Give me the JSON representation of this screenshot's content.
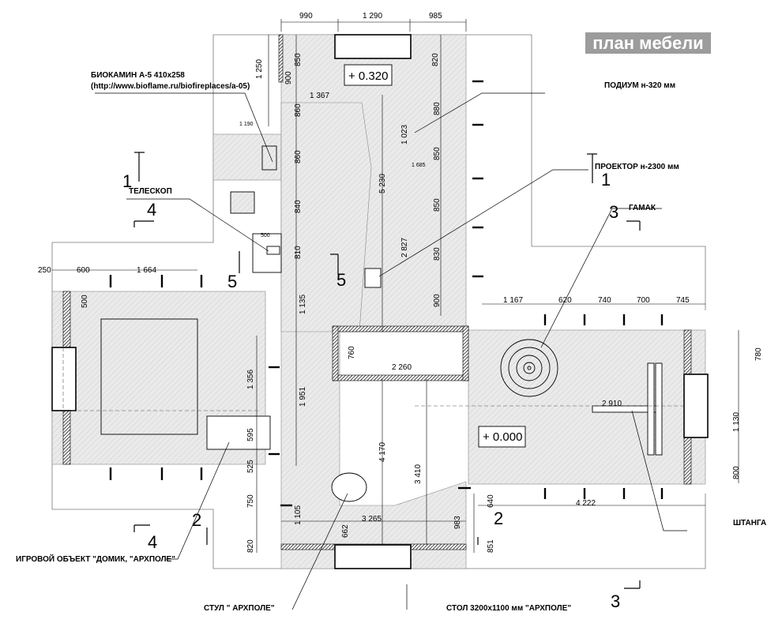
{
  "title": "план мебели",
  "labels": {
    "biocamin_name": "БИОКАМИН А-5 410х258",
    "biocamin_url": "(http://www.bioflame.ru/biofireplaces/a-05)",
    "podium": "ПОДИУМ н-320 мм",
    "projector": "ПРОЕКТОР н-2300 мм",
    "telescope": "ТЕЛЕСКОП",
    "hammock": "ГАМАК",
    "barbell": "ШТАНГА",
    "play_object": "ИГРОВОЙ ОБЪЕКТ \"ДОМИК, \"АРХПОЛЕ\"",
    "chair": "СТУЛ \" АРХПОЛЕ\"",
    "table": "СТОЛ 3200х1100 мм \"АРХПОЛЕ\""
  },
  "levels": {
    "podium": "+ 0.320",
    "floor": "+ 0.000"
  },
  "sections": {
    "s1": "1",
    "s2": "2",
    "s3": "3",
    "s4": "4",
    "s5": "5"
  },
  "dims": {
    "top_990": "990",
    "top_1290": "1 290",
    "top_985": "985",
    "d1250": "1 250",
    "d850": "850",
    "d820": "820",
    "d900_top": "900",
    "d1367": "1 367",
    "d860a": "860",
    "d880": "880",
    "d1190": "1 190",
    "d1023": "1 023",
    "d860b": "860",
    "d850b": "850",
    "d1685": "1 685",
    "d5230": "5 230",
    "d840": "840",
    "d850c": "850",
    "d2827": "2 827",
    "d810": "810",
    "d830": "830",
    "d500_small": "500",
    "d250": "250",
    "d600": "600",
    "d1664": "1 664",
    "d500": "500",
    "d900_mid": "900",
    "d1135": "1 135",
    "d1167": "1 167",
    "d620": "620",
    "d740": "740",
    "d700": "700",
    "d745": "745",
    "d760": "760",
    "d2260": "2 260",
    "d780": "780",
    "d1356": "1 356",
    "d1951": "1 951",
    "d2910": "2 910",
    "d1130": "1 130",
    "d595": "595",
    "d525": "525",
    "d4170": "4 170",
    "d3410": "3 410",
    "d800": "800",
    "d750": "750",
    "d1105": "1 105",
    "d3265": "3 265",
    "d640": "640",
    "d4222": "4 222",
    "d983": "983",
    "d662": "662",
    "d820b": "820",
    "d851": "851"
  }
}
